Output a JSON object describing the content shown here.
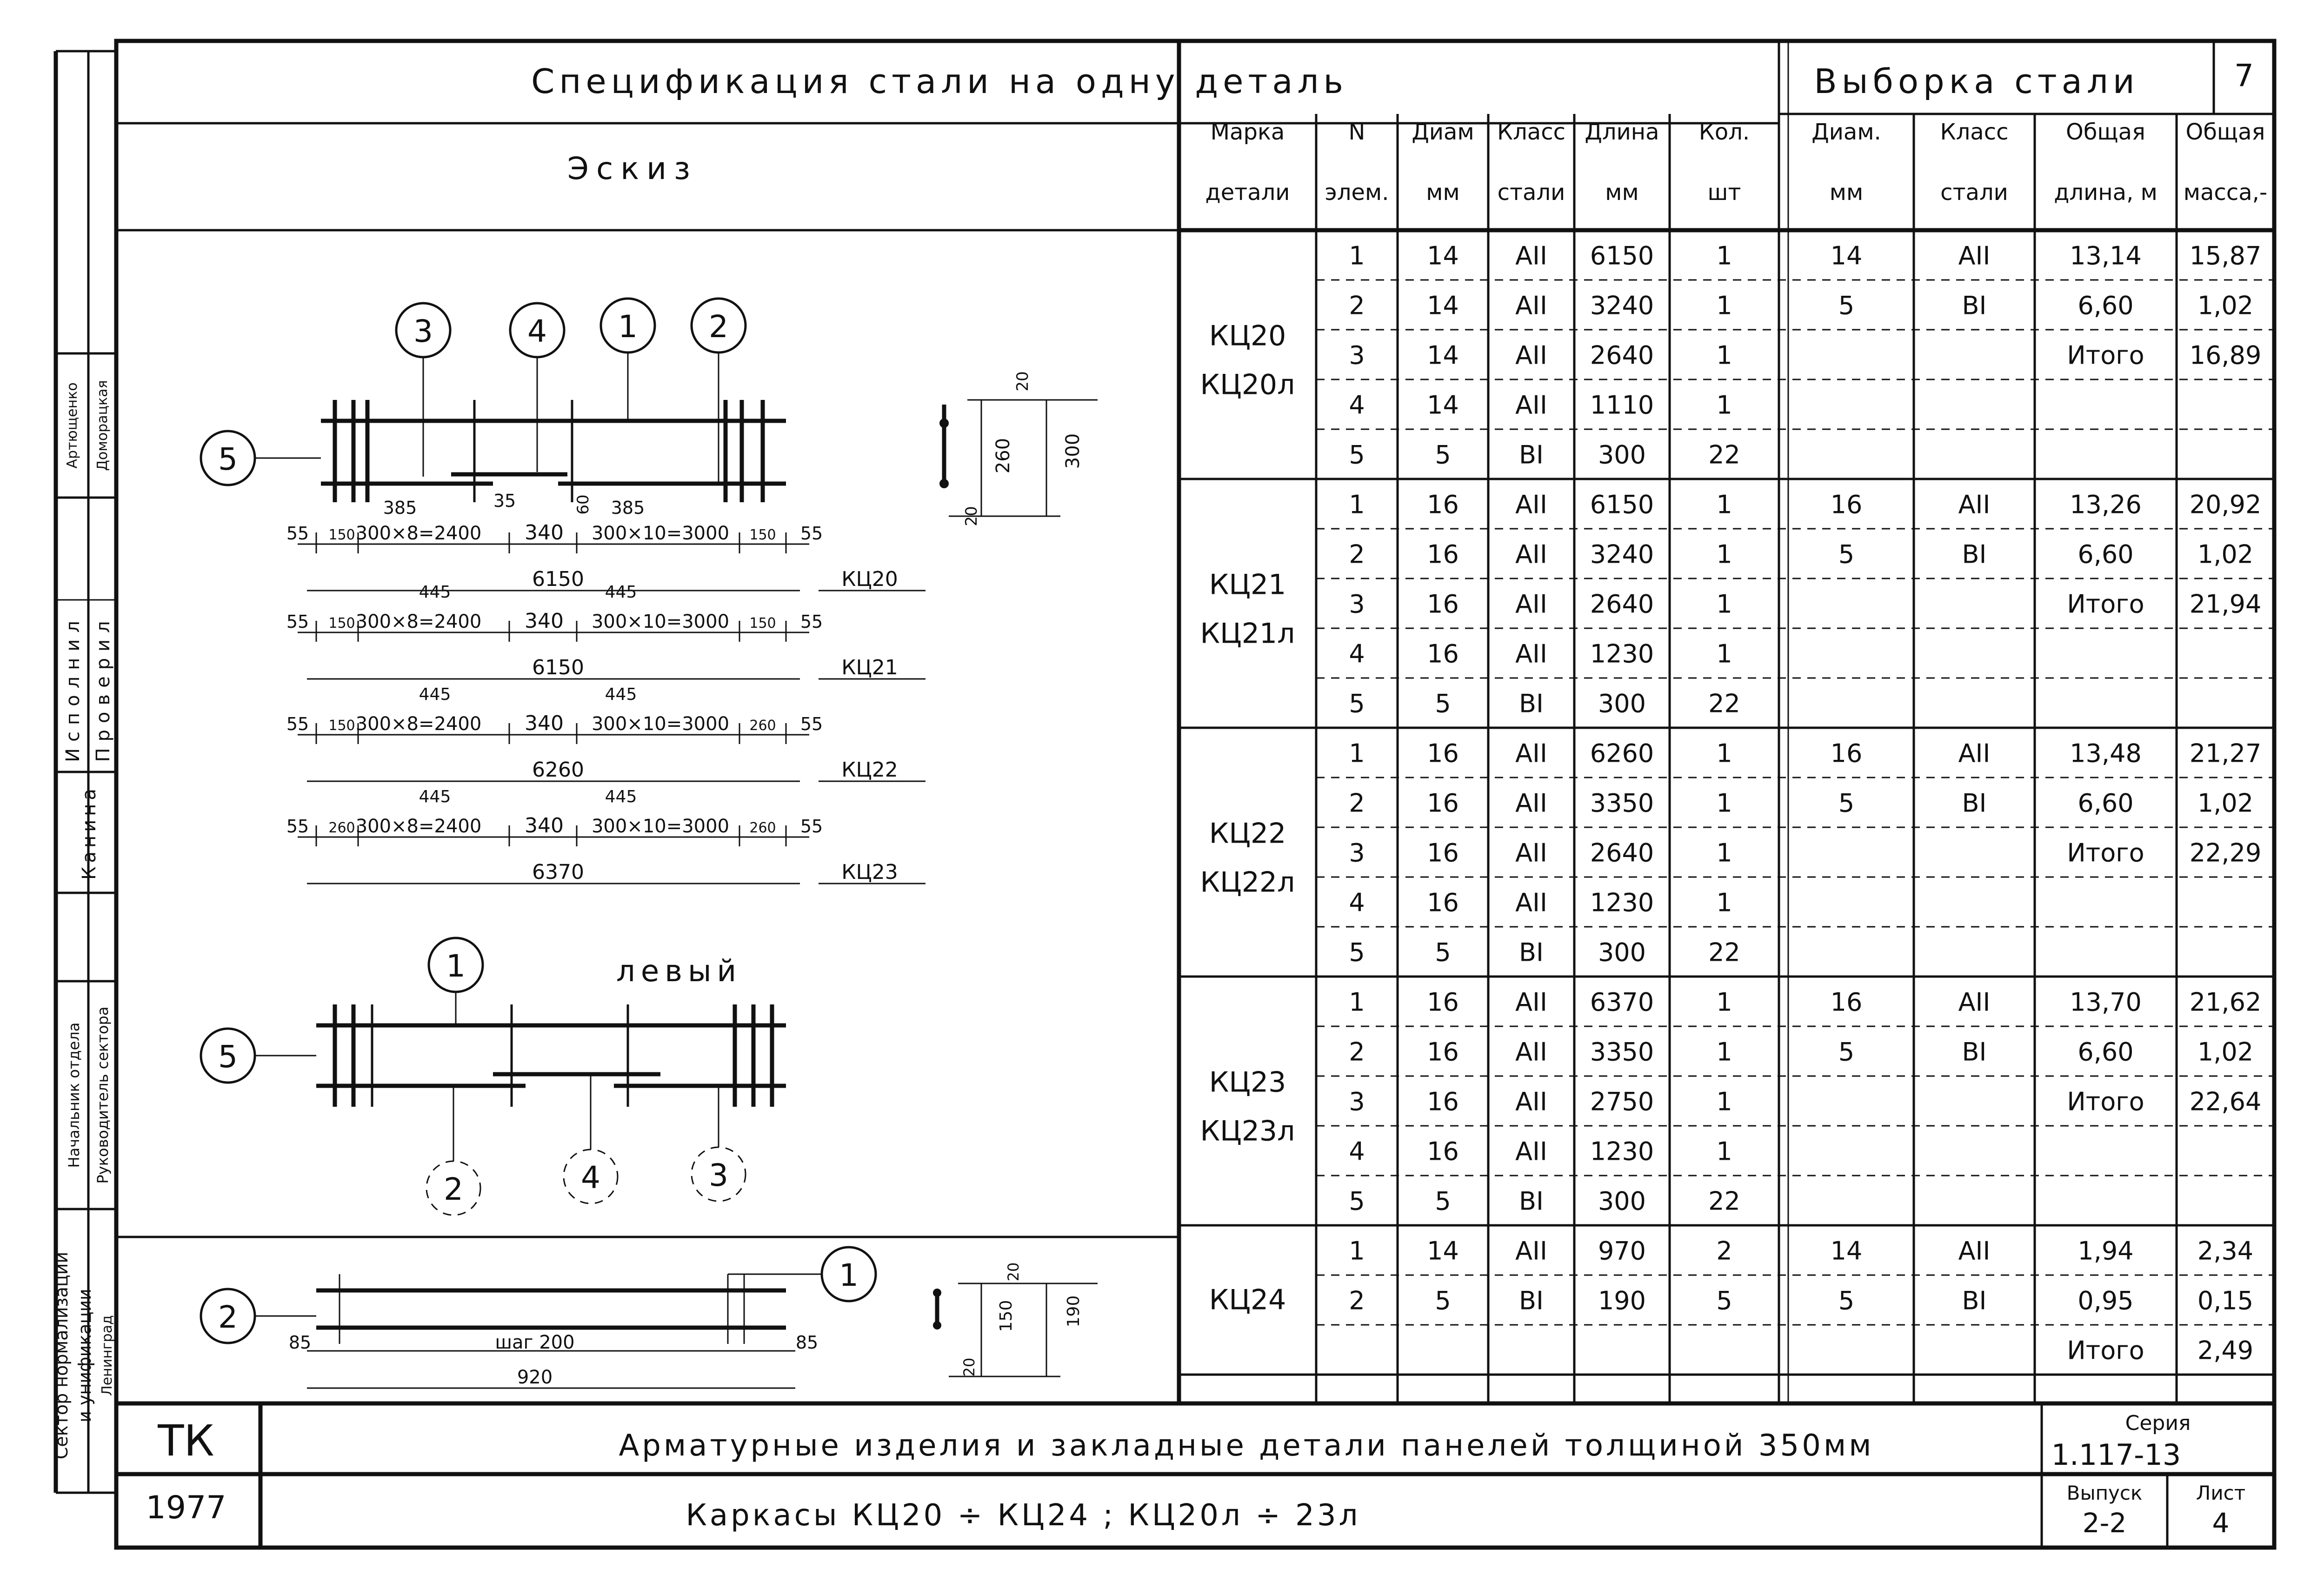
{
  "sheet_number": "7",
  "spec_title": "Спецификация стали на одну деталь",
  "selection_title": "Выборка стали",
  "sketch_header": "Эскиз",
  "col_headers": {
    "mark": [
      "Марка",
      "детали"
    ],
    "elem": [
      "N",
      "элем."
    ],
    "diam": [
      "Диам",
      "мм"
    ],
    "klass": [
      "Класс",
      "стали"
    ],
    "length": [
      "Длина",
      "мм"
    ],
    "qty": [
      "Кол.",
      "шт"
    ],
    "sel_diam": [
      "Диам.",
      "мм"
    ],
    "sel_klass": [
      "Класс",
      "стали"
    ],
    "total_len": [
      "Общая",
      "длина, м"
    ],
    "total_mass": [
      "Общая",
      "масса,-"
    ]
  },
  "groups": [
    {
      "marks": [
        "КЦ20",
        "КЦ20л"
      ],
      "rows": [
        [
          "1",
          "14",
          "AII",
          "6150",
          "1",
          "14",
          "AII",
          "13,14",
          "15,87"
        ],
        [
          "2",
          "14",
          "AII",
          "3240",
          "1",
          "5",
          "BI",
          "6,60",
          "1,02"
        ],
        [
          "3",
          "14",
          "AII",
          "2640",
          "1",
          "",
          "",
          "Итого",
          "16,89"
        ],
        [
          "4",
          "14",
          "AII",
          "1110",
          "1",
          "",
          "",
          "",
          ""
        ],
        [
          "5",
          "5",
          "BI",
          "300",
          "22",
          "",
          "",
          "",
          ""
        ]
      ]
    },
    {
      "marks": [
        "КЦ21",
        "КЦ21л"
      ],
      "rows": [
        [
          "1",
          "16",
          "AII",
          "6150",
          "1",
          "16",
          "AII",
          "13,26",
          "20,92"
        ],
        [
          "2",
          "16",
          "AII",
          "3240",
          "1",
          "5",
          "BI",
          "6,60",
          "1,02"
        ],
        [
          "3",
          "16",
          "AII",
          "2640",
          "1",
          "",
          "",
          "Итого",
          "21,94"
        ],
        [
          "4",
          "16",
          "AII",
          "1230",
          "1",
          "",
          "",
          "",
          ""
        ],
        [
          "5",
          "5",
          "BI",
          "300",
          "22",
          "",
          "",
          "",
          ""
        ]
      ]
    },
    {
      "marks": [
        "КЦ22",
        "КЦ22л"
      ],
      "rows": [
        [
          "1",
          "16",
          "AII",
          "6260",
          "1",
          "16",
          "AII",
          "13,48",
          "21,27"
        ],
        [
          "2",
          "16",
          "AII",
          "3350",
          "1",
          "5",
          "BI",
          "6,60",
          "1,02"
        ],
        [
          "3",
          "16",
          "AII",
          "2640",
          "1",
          "",
          "",
          "Итого",
          "22,29"
        ],
        [
          "4",
          "16",
          "AII",
          "1230",
          "1",
          "",
          "",
          "",
          ""
        ],
        [
          "5",
          "5",
          "BI",
          "300",
          "22",
          "",
          "",
          "",
          ""
        ]
      ]
    },
    {
      "marks": [
        "КЦ23",
        "КЦ23л"
      ],
      "rows": [
        [
          "1",
          "16",
          "AII",
          "6370",
          "1",
          "16",
          "AII",
          "13,70",
          "21,62"
        ],
        [
          "2",
          "16",
          "AII",
          "3350",
          "1",
          "5",
          "BI",
          "6,60",
          "1,02"
        ],
        [
          "3",
          "16",
          "AII",
          "2750",
          "1",
          "",
          "",
          "Итого",
          "22,64"
        ],
        [
          "4",
          "16",
          "AII",
          "1230",
          "1",
          "",
          "",
          "",
          ""
        ],
        [
          "5",
          "5",
          "BI",
          "300",
          "22",
          "",
          "",
          "",
          ""
        ]
      ]
    },
    {
      "marks": [
        "КЦ24"
      ],
      "rows": [
        [
          "1",
          "14",
          "AII",
          "970",
          "2",
          "14",
          "AII",
          "1,94",
          "2,34"
        ],
        [
          "2",
          "5",
          "BI",
          "190",
          "5",
          "5",
          "BI",
          "0,95",
          "0,15"
        ],
        [
          "",
          "",
          "",
          "",
          "",
          "",
          "",
          "Итого",
          "2,49"
        ]
      ]
    }
  ],
  "sketch": {
    "frame1": {
      "callouts": [
        "3",
        "4",
        "1",
        "2",
        "5"
      ],
      "small_dims": [
        "385",
        "35",
        "60",
        "385"
      ],
      "rows": [
        {
          "left": "55",
          "a": "150",
          "b": "300×8=2400",
          "mid": "340",
          "c": "300×10=3000",
          "d": "150",
          "right": "55",
          "total": "6150",
          "mark": "КЦ20",
          "top_l": "",
          "top_r": ""
        },
        {
          "left": "55",
          "a": "150",
          "b": "300×8=2400",
          "mid": "340",
          "c": "300×10=3000",
          "d": "150",
          "right": "55",
          "total": "6150",
          "mark": "КЦ21",
          "top_l": "445",
          "top_r": "445"
        },
        {
          "left": "55",
          "a": "150",
          "b": "300×8=2400",
          "mid": "340",
          "c": "300×10=3000",
          "d": "260",
          "right": "55",
          "total": "6260",
          "mark": "КЦ22",
          "top_l": "445",
          "top_r": "445"
        },
        {
          "left": "55",
          "a": "260",
          "b": "300×8=2400",
          "mid": "340",
          "c": "300×10=3000",
          "d": "260",
          "right": "55",
          "total": "6370",
          "mark": "КЦ23",
          "top_l": "445",
          "top_r": "445"
        }
      ],
      "section_dims": [
        "20",
        "260",
        "300",
        "20"
      ]
    },
    "left_label": "левый",
    "frame2_callouts": [
      "1",
      "5",
      "2",
      "4",
      "3"
    ],
    "frame3": {
      "callouts": [
        "2",
        "1"
      ],
      "dims": [
        "85",
        "шаг 200",
        "920",
        "85"
      ],
      "section_dims": [
        "20",
        "150",
        "190",
        "20"
      ]
    }
  },
  "side_stamp": {
    "roles": [
      "Исполнил",
      "Проверил"
    ],
    "names": [
      "Артющенко",
      "Доморацкая"
    ],
    "executor": "Канина",
    "chief_roles": [
      "Начальник отдела",
      "Руководитель сектора"
    ],
    "org": [
      "Сектор нормализации",
      "и унификации",
      "Ленинград"
    ]
  },
  "title_block": {
    "tk": "ТК",
    "year": "1977",
    "title": "Арматурные изделия и закладные детали панелей толщиной 350мм",
    "subtitle": "Каркасы КЦ20 ÷ КЦ24 ; КЦ20л ÷ 23л",
    "series_label": "Серия",
    "series_value": "1.117-13",
    "issue_label": "Выпуск",
    "issue_value": "2-2",
    "sheet_label": "Лист",
    "sheet_value": "4"
  }
}
